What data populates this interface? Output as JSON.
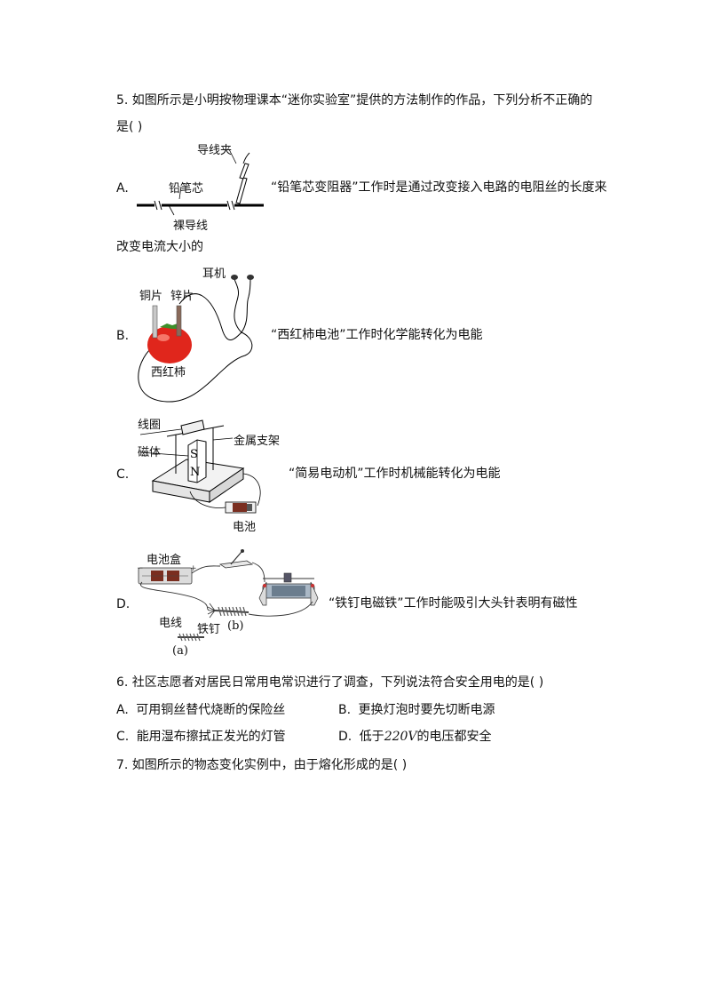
{
  "q5": {
    "stem_line1": "5.   如图所示是小明按物理课本“迷你实验室”提供的方法制作的作品，下列分析不正确的",
    "stem_line2": "是(    )",
    "a": {
      "mark": "A.",
      "text_line1": "“铅笔芯变阻器”工作时是通过改变接入电路的电阻丝的长度来",
      "text_line2": "改变电流大小的",
      "fig": {
        "clip_label": "导线夹",
        "lead_label": "铅笔芯",
        "bare_wire_label": "裸导线"
      }
    },
    "b": {
      "mark": "B.",
      "text": "“西红柿电池”工作时化学能转化为电能",
      "fig": {
        "earphone_label": "耳机",
        "copper_label": "铜片",
        "zinc_label": "锌片",
        "tomato_label": "西红柿"
      }
    },
    "c": {
      "mark": "C.",
      "text": "“简易电动机”工作时机械能转化为电能",
      "fig": {
        "coil_label": "线圈",
        "magnet_label": "磁体",
        "bracket_label": "金属支架",
        "battery_label": "电池",
        "s": "S",
        "n": "N"
      }
    },
    "d": {
      "mark": "D.",
      "text": "“铁钉电磁铁”工作时能吸引大头针表明有磁性",
      "fig": {
        "box_label": "电池盒",
        "wire_label": "电线",
        "nail_label": "铁钉",
        "b_label": "(b)",
        "a_label": "(a)"
      }
    }
  },
  "q6": {
    "stem": "6.   社区志愿者对居民日常用电常识进行了调查，下列说法符合安全用电的是(    )",
    "options": [
      {
        "mark": "A.",
        "text": "可用铜丝替代烧断的保险丝"
      },
      {
        "mark": "B.",
        "text": "更换灯泡时要先切断电源"
      },
      {
        "mark": "C.",
        "text": "能用湿布擦拭正发光的灯管"
      },
      {
        "mark": "D.",
        "text_pre": "低于",
        "text_math": "220V",
        "text_post": "的电压都安全"
      }
    ]
  },
  "q7": {
    "stem": "7.   如图所示的物态变化实例中，由于熔化形成的是(    )"
  }
}
